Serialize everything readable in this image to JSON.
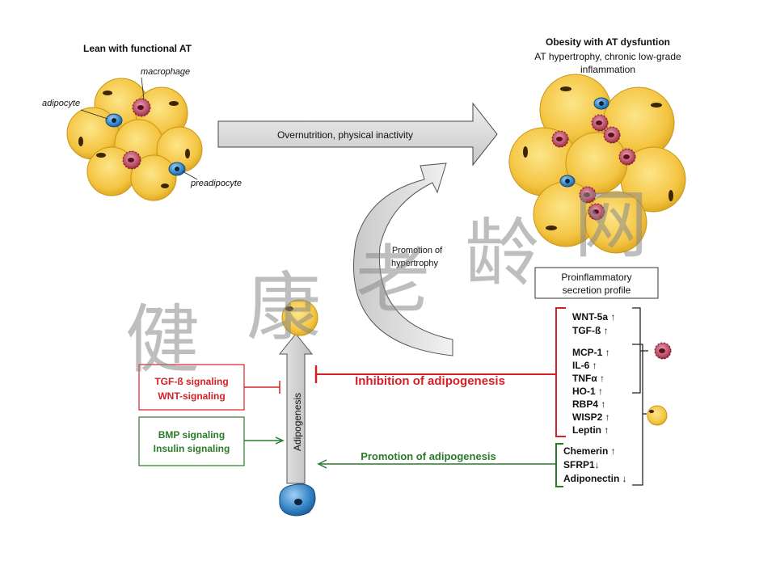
{
  "panels": {
    "lean_title": "Lean with functional AT",
    "obese_title": "Obesity with AT dysfuntion",
    "obese_subtitle_line1": "AT hypertrophy, chronic low-grade",
    "obese_subtitle_line2": "inflammation"
  },
  "cell_labels": {
    "macrophage": "macrophage",
    "adipocyte": "adipocyte",
    "preadipocyte": "preadipocyte"
  },
  "arrows": {
    "overnutrition": "Overnutrition, physical inactivity",
    "hypertrophy_line1": "Promotion of",
    "hypertrophy_line2": "hypertrophy",
    "adipogenesis": "Adipogenesis",
    "inhibition": "Inhibition of adipogenesis",
    "promotion": "Promotion of adipogenesis"
  },
  "secretion_box": {
    "line1": "Proinflammatory",
    "line2": "secretion profile"
  },
  "signaling": {
    "inhibitory_line1": "TGF-ß signaling",
    "inhibitory_line2": "WNT-signaling",
    "promoting_line1": "BMP signaling",
    "promoting_line2": "Insulin signaling"
  },
  "factors": {
    "inhibitory": [
      "WNT-5a ↑",
      "TGF-ß ↑",
      "MCP-1 ↑",
      "IL-6 ↑",
      "TNFα ↑",
      "HO-1 ↑",
      "RBP4 ↑",
      "WISP2 ↑",
      "Leptin ↑"
    ],
    "promoting": [
      "Chemerin ↑",
      "SFRP1↓",
      "Adiponectin ↓"
    ]
  },
  "watermark": [
    "健",
    "康",
    "老",
    "龄",
    "网"
  ],
  "colors": {
    "inhibition": "#d42027",
    "promotion": "#2a7a2a",
    "fat_cell": "#f4c542",
    "preadipocyte": "#2f7fc1",
    "macrophage": "#a8324a",
    "arrow_fill": "#d6d6d6"
  }
}
